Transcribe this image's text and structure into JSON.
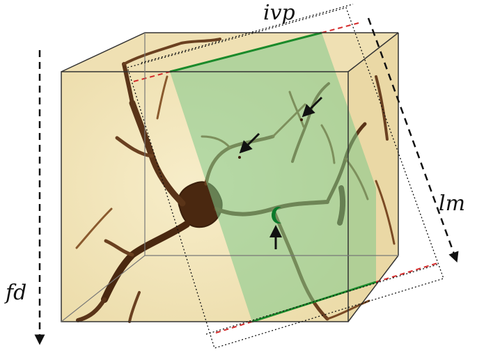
{
  "labels": {
    "ivp": "ivp",
    "lm": "lm",
    "fd": "fd"
  },
  "colors": {
    "tissue": "#f3e7bf",
    "tissue_dark": "#e8d7a4",
    "neuron": "#5a3418",
    "neuron_light": "#8a5a2e",
    "plane_fill": "#7fc98a",
    "plane_edge": "#1a8a2a",
    "dashed_red": "#d42a2a",
    "cube_edge": "#333333",
    "arrow": "#111111",
    "marker": "#0a7a2a"
  }
}
